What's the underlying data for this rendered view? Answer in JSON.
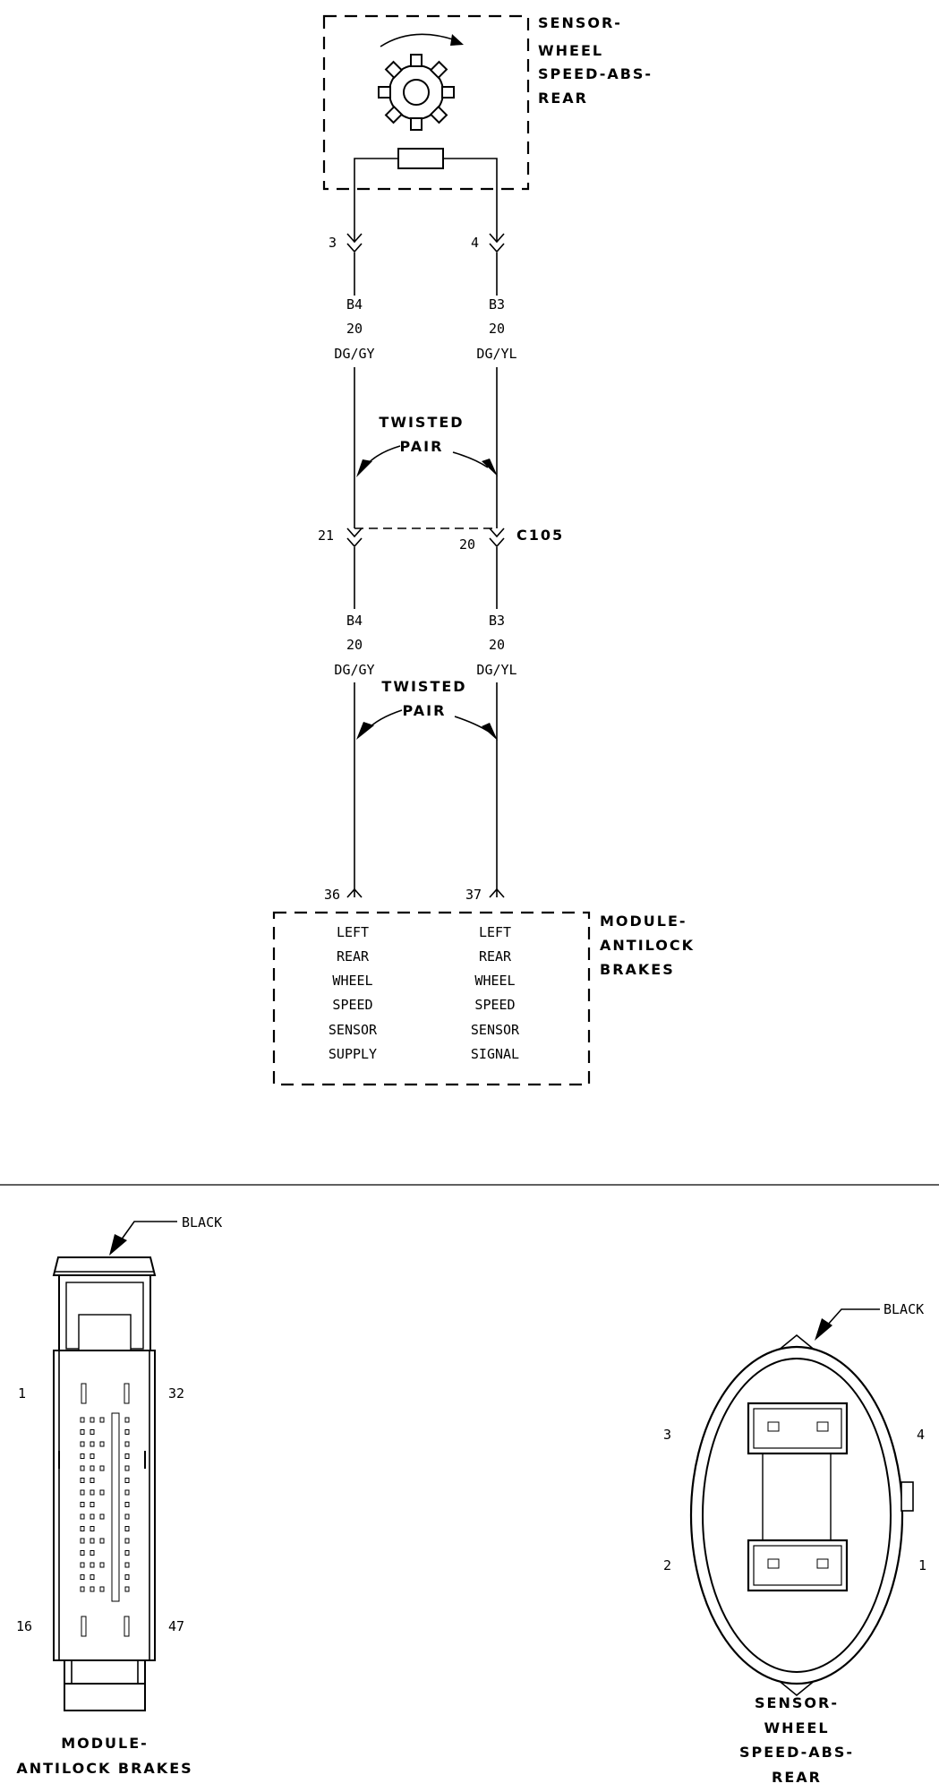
{
  "sensor": {
    "title_lines": [
      "SENSOR-",
      "WHEEL",
      "SPEED-ABS-",
      "REAR"
    ]
  },
  "wires": {
    "top_left": {
      "pin": "3",
      "circuit": "B4",
      "gauge": "20",
      "color": "DG/GY"
    },
    "top_right": {
      "pin": "4",
      "circuit": "B3",
      "gauge": "20",
      "color": "DG/YL"
    },
    "mid_left": {
      "pin": "21",
      "circuit": "B4",
      "gauge": "20",
      "color": "DG/GY"
    },
    "mid_right": {
      "pin": "20",
      "circuit": "B3",
      "gauge": "20",
      "color": "DG/YL"
    }
  },
  "twisted_pair": {
    "line1": "TWISTED",
    "line2": "PAIR"
  },
  "connector": {
    "name": "C105"
  },
  "module": {
    "title_lines": [
      "MODULE-",
      "ANTILOCK",
      "BRAKES"
    ],
    "pins": [
      {
        "pin": "36",
        "lines": [
          "LEFT",
          "REAR",
          "WHEEL",
          "SPEED",
          "SENSOR",
          "SUPPLY"
        ]
      },
      {
        "pin": "37",
        "lines": [
          "LEFT",
          "REAR",
          "WHEEL",
          "SPEED",
          "SENSOR",
          "SIGNAL"
        ]
      }
    ]
  },
  "abs_connector": {
    "color_label": "BLACK",
    "pin_labels": [
      "1",
      "32",
      "16",
      "47"
    ],
    "caption_lines": [
      "MODULE-",
      "ANTILOCK BRAKES"
    ]
  },
  "sensor_connector": {
    "color_label": "BLACK",
    "pin_labels": [
      "3",
      "4",
      "2",
      "1"
    ],
    "caption_lines": [
      "SENSOR-",
      "WHEEL",
      "SPEED-ABS-",
      "REAR"
    ]
  }
}
